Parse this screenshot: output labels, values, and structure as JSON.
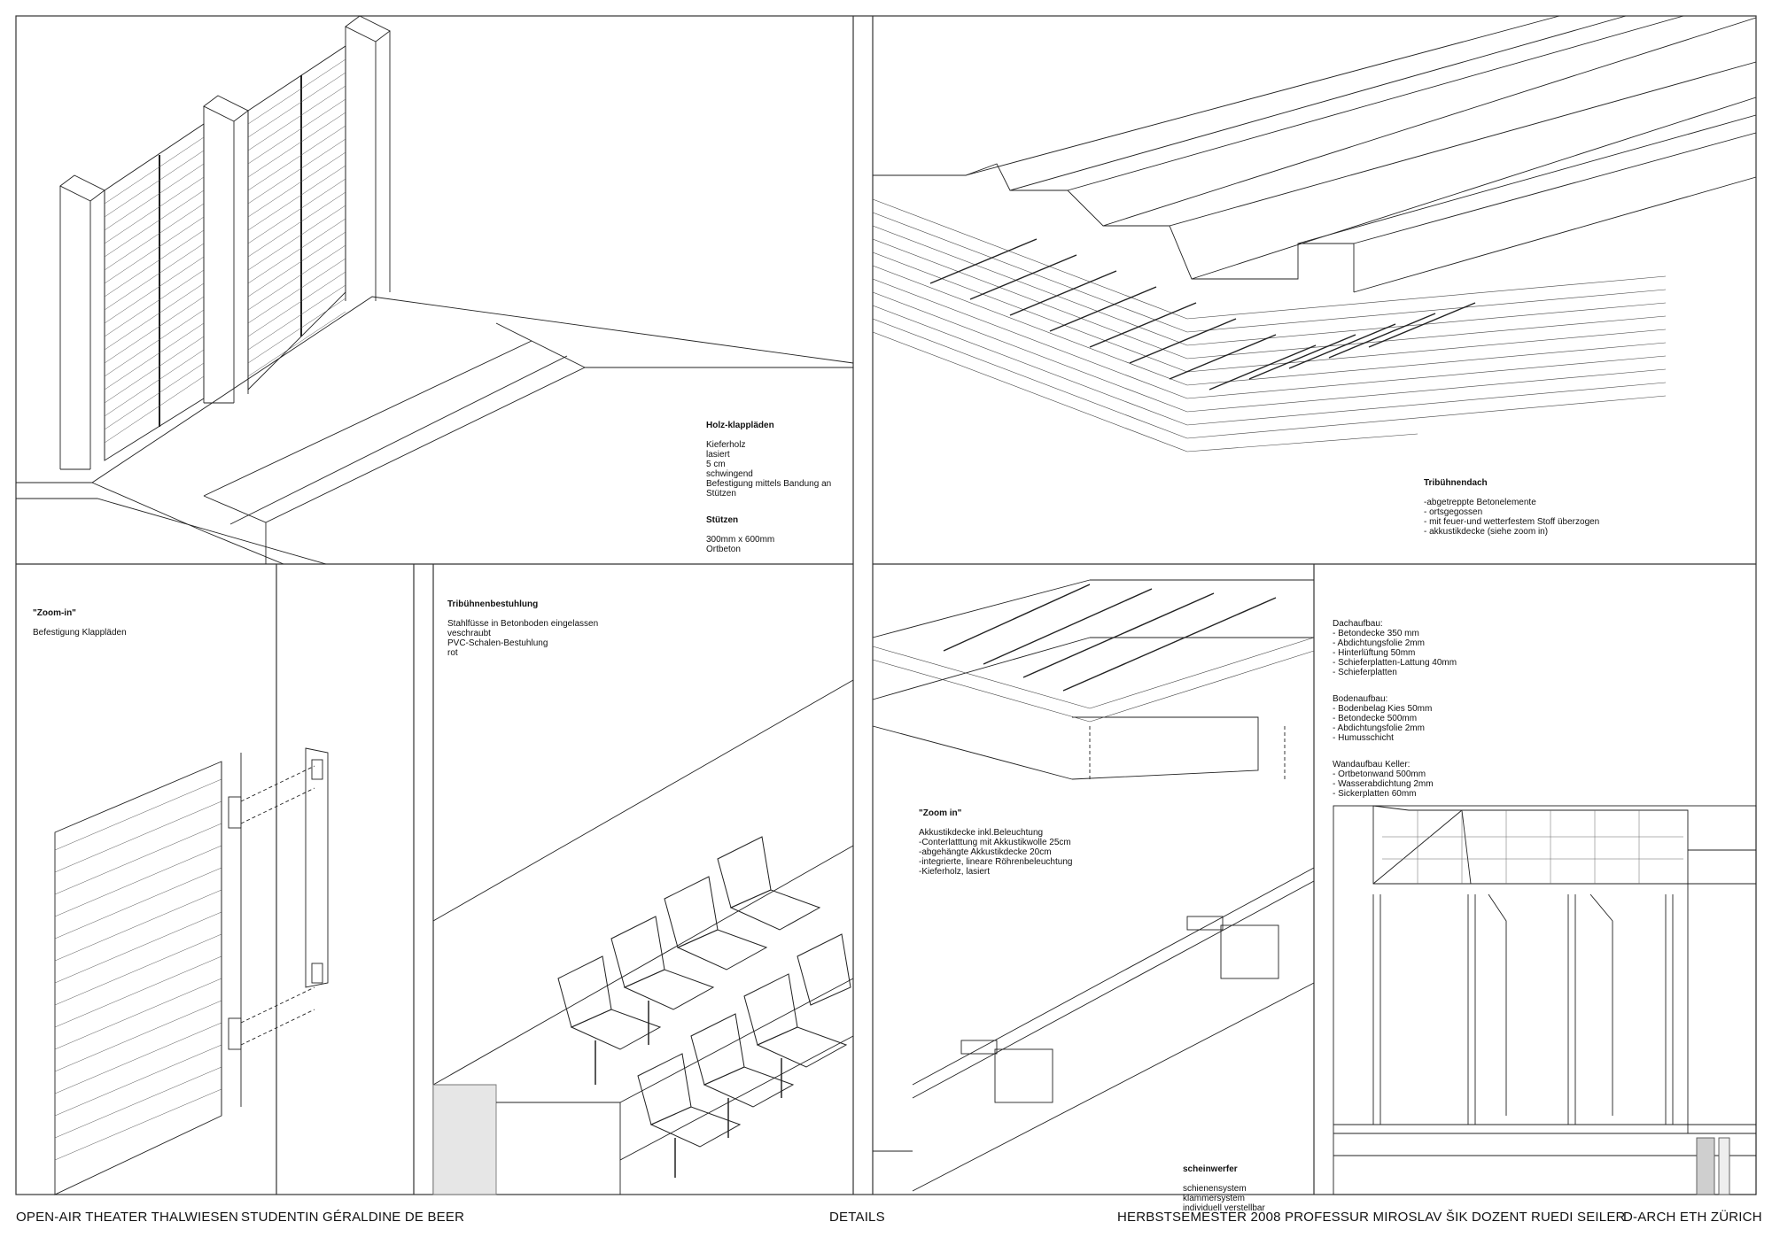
{
  "notes": {
    "klappladen": {
      "title": "Holz-klappläden",
      "body": "Kieferholz\nlasiert\n5 cm\nschwingend\nBefestigung mittels Bandung an\nStützen",
      "title2": "Stützen",
      "body2": "300mm x 600mm\nOrtbeton"
    },
    "tribuenendach": {
      "title": "Tribühnendach",
      "body": "-abgetreppte Betonelemente\n- ortsgegossen\n- mit feuer-und wetterfestem Stoff  überzogen\n- akkustikdecke (siehe zoom in)"
    },
    "zoom_klapp": {
      "title": "\"Zoom-in\"",
      "body": "Befestigung Klappläden"
    },
    "bestuhlung": {
      "title": "Tribühnenbestuhlung",
      "body": "Stahlfüsse in Betonboden eingelassen\nveschraubt\nPVC-Schalen-Bestuhlung\nrot"
    },
    "aufbau": {
      "dach": "Dachaufbau:\n- Betondecke 350 mm\n- Abdichtungsfolie 2mm\n- Hinterlüftung 50mm\n- Schieferplatten-Lattung 40mm\n- Schieferplatten",
      "boden": "Bodenaufbau:\n- Bodenbelag Kies 50mm\n- Betondecke 500mm\n- Abdichtungsfolie 2mm\n- Humusschicht",
      "wand": "Wandaufbau Keller:\n- Ortbetonwand 500mm\n- Wasserabdichtung  2mm\n- Sickerplatten 60mm"
    },
    "zoom_akustik": {
      "title": "\"Zoom in\"",
      "body": "Akkustikdecke inkl.Beleuchtung\n-Conterlatttung mit Akkustikwolle 25cm\n-abgehängte Akkustikdecke 20cm\n-integrierte, lineare Röhrenbeleuchtung\n-Kieferholz, lasiert"
    },
    "scheinwerfer": {
      "title": "scheinwerfer",
      "body": "schienensystem\nklammersystem\nindividuell verstellbar"
    }
  },
  "footer": {
    "project": "OPEN-AIR THEATER THALWIESEN",
    "student": "STUDENTIN GÉRALDINE DE BEER",
    "title": "DETAILS",
    "semester": "HERBSTSEMESTER 2008",
    "professor": "PROFESSUR MIROSLAV ŠIK",
    "dozent": "DOZENT RUEDI SEILER",
    "institution": "D-ARCH ETH ZÜRICH"
  }
}
